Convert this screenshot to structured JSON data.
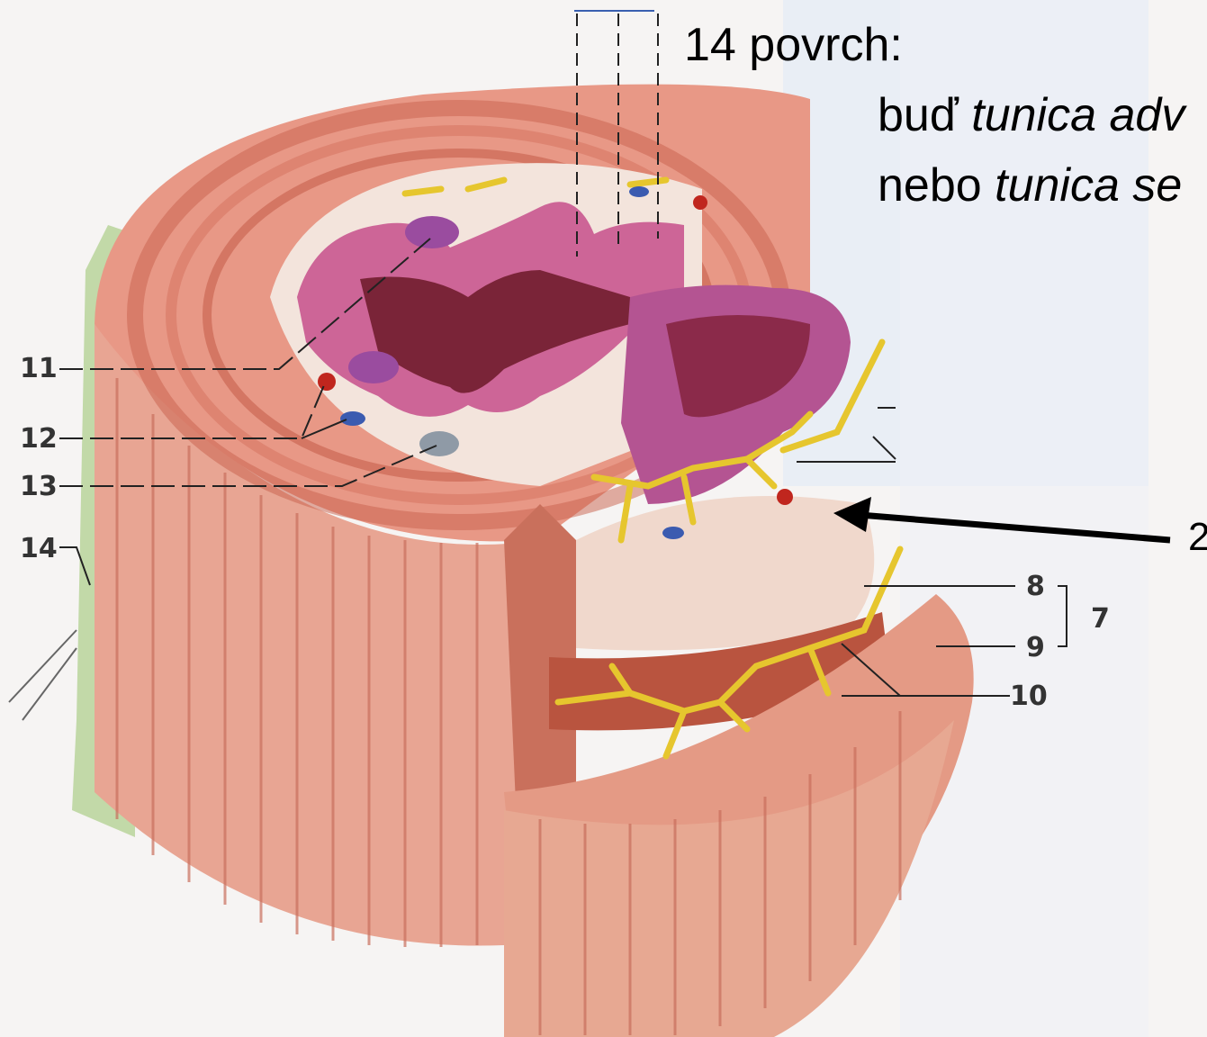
{
  "heading": {
    "line1": "14  povrch:",
    "line2_prefix": "buď ",
    "line2_term": "tunica adv",
    "line3_prefix": "nebo ",
    "line3_term": "tunica se"
  },
  "labels": {
    "n11": "11",
    "n12": "12",
    "n13": "13",
    "n14": "14",
    "n8": "8",
    "n9": "9",
    "n7": "7",
    "n10": "10",
    "n2": "2"
  },
  "colors": {
    "muscle": "#e2907c",
    "muscle_dark": "#b8503e",
    "mucosa": "#c65d8e",
    "submucosa": "#f1e1d8",
    "nerve": "#e8c930",
    "adventitia": "#b8d49a",
    "arrow": "#000000"
  }
}
